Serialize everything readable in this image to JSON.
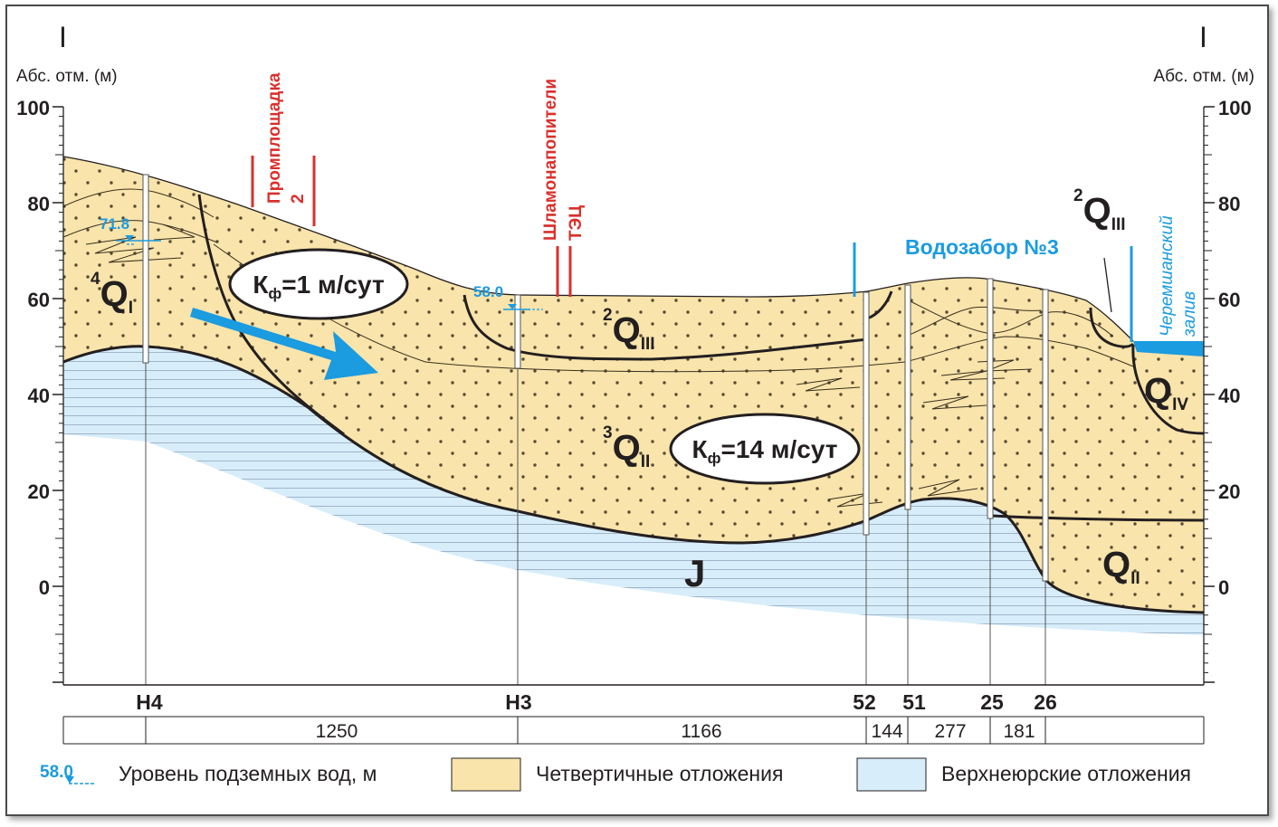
{
  "section": {
    "line_mark_left": "I",
    "line_mark_right": "I",
    "axis_title_left": "Абс. отм. (м)",
    "axis_title_right": "Абс. отм. (м)",
    "y_ticks": [
      "100",
      "80",
      "60",
      "40",
      "20",
      "0"
    ],
    "sites": {
      "industrial_line1": "Промплощадка",
      "industrial_line2": "2",
      "sludge_line1": "Шламонапопители",
      "sludge_line2": "ТЭЦ",
      "intake": "Водозабор №3",
      "bay_line1": "Черемшанский",
      "bay_line2": "залив"
    },
    "water_levels": [
      "71.8",
      "58.0"
    ],
    "permeability": {
      "label1_base": "К",
      "label1_sub": "ф",
      "label1_rest": "=1 м/сут",
      "label2_base": "К",
      "label2_sub": "ф",
      "label2_rest": "=14 м/сут"
    },
    "units": {
      "q1": {
        "sup": "4",
        "base": "Q",
        "sub": "I"
      },
      "q3a": {
        "sup": "2",
        "base": "Q",
        "sub": "III"
      },
      "q3b": {
        "sup": "2",
        "base": "Q",
        "sub": "III"
      },
      "q2a": {
        "sup": "3",
        "base": "Q",
        "sub": "II"
      },
      "q4": {
        "base": "Q",
        "sub": "IV"
      },
      "q2b": {
        "base": "Q",
        "sub": "II"
      },
      "j": "J"
    },
    "wells": [
      "Н4",
      "Н3",
      "52",
      "51",
      "25",
      "26"
    ],
    "distances": [
      "1250",
      "1166",
      "144",
      "277",
      "181"
    ],
    "colors": {
      "quaternary": "#f9e4ab",
      "jurassic": "#d7edfa",
      "water": "#1b9be0",
      "sites": "#d9302c"
    }
  },
  "legend": {
    "water_level_sample": "58.0",
    "water_level_label": "Уровень подземных вод, м",
    "quaternary_label": "Четвертичные отложения",
    "jurassic_label": "Верхнеюрские отложения"
  }
}
